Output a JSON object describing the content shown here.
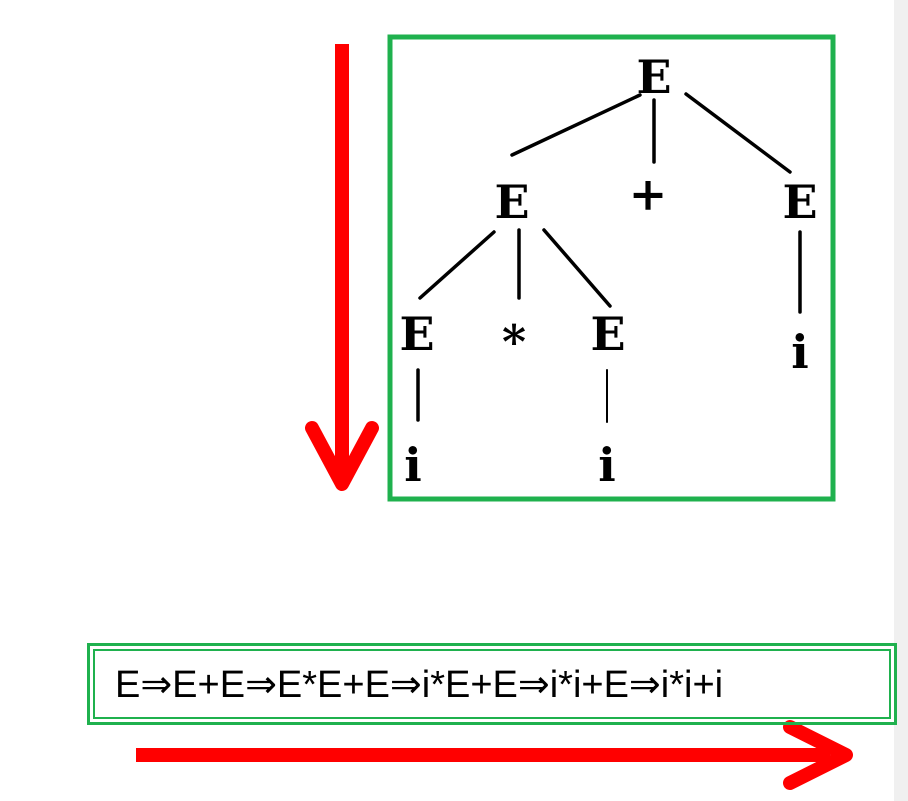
{
  "tree": {
    "root": "E",
    "plus": "+",
    "left_e": "E",
    "right_e": "E",
    "ll_e": "E",
    "star": "*",
    "lr_e": "E",
    "right_leaf": "i",
    "ll_leaf": "i",
    "lr_leaf": "i"
  },
  "derivation": "E⇒E+E⇒E*E+E⇒i*E+E⇒i*i+E⇒i*i+i",
  "colors": {
    "arrow": "#ff0000",
    "box": "#1fb14e",
    "text": "#000000"
  }
}
